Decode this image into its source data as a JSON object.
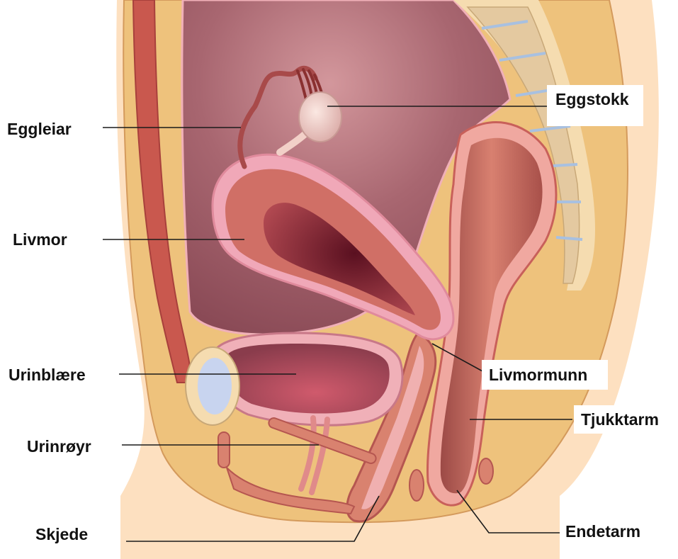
{
  "labels": {
    "eggleiar": "Eggleiar",
    "livmor": "Livmor",
    "urinblaere": "Urinblære",
    "urinroyr": "Urinrøyr",
    "skjede": "Skjede",
    "eggstokk": "Eggstokk",
    "livmormunn": "Livmormunn",
    "tjukktarm": "Tjukktarm",
    "endetarm": "Endetarm"
  },
  "colors": {
    "skin": "#fde0c0",
    "fat": "#eec27c",
    "tissue": "#d9826f",
    "cavity": "#a8606a",
    "uterus": "#d06f66",
    "uterus_lining": "#f0a8b8",
    "bladder": "#9c4a5a",
    "rectum": "#b5564f",
    "ovary": "#f2d0c8",
    "spine": "#e4c9a0",
    "pubic_bone": "#c8d4ef"
  }
}
